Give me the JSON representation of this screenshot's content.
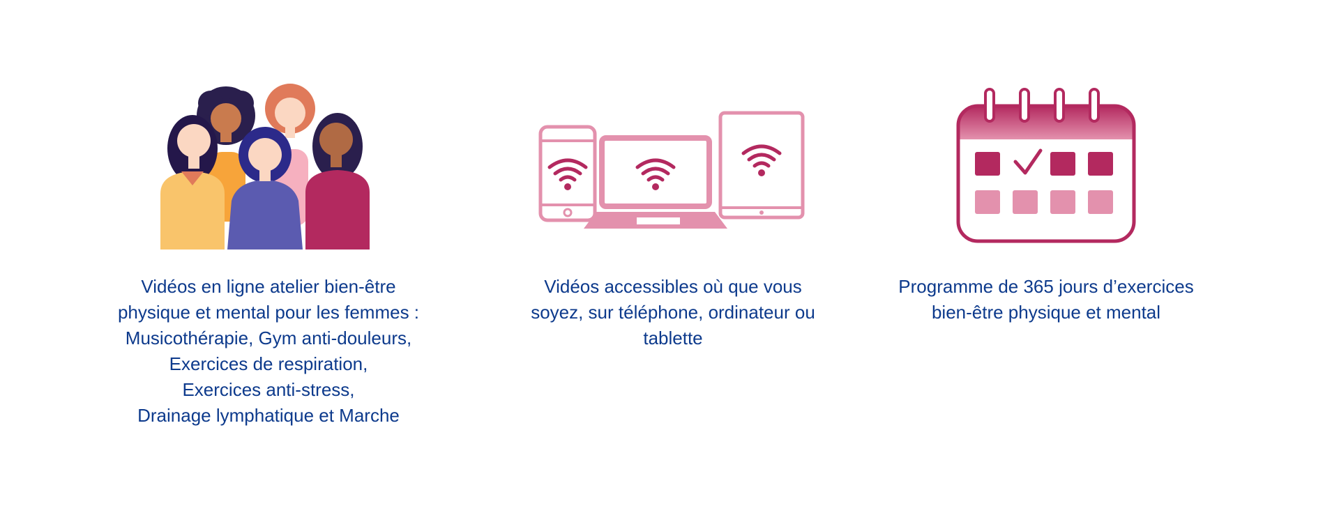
{
  "features": [
    {
      "icon": "women-group-icon",
      "lines": [
        "Vidéos en ligne atelier bien-être",
        "physique et mental pour les femmes :",
        "Musicothérapie, Gym anti-douleurs,",
        "Exercices de respiration,",
        "Exercices anti-stress,",
        "Drainage lymphatique et Marche"
      ]
    },
    {
      "icon": "devices-wifi-icon",
      "lines": [
        "Vidéos accessibles où que vous",
        "soyez, sur téléphone, ordinateur ou",
        "tablette"
      ]
    },
    {
      "icon": "calendar-check-icon",
      "lines": [
        "Programme de 365 jours d’exercices",
        "bien-être physique et mental"
      ]
    }
  ],
  "colors": {
    "text": "#0d3a8c",
    "pink_light": "#e391ad",
    "pink_dark": "#b3295f",
    "yellow": "#f9c46b",
    "purple": "#5b5bb0"
  }
}
